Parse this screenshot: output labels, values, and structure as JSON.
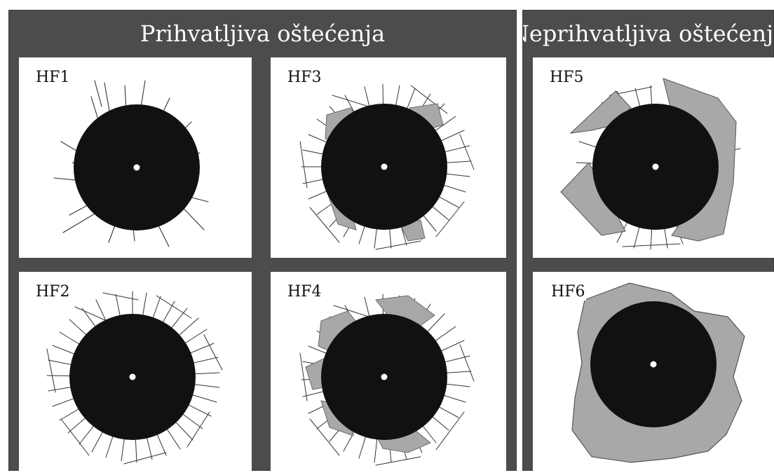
{
  "groups": {
    "acceptable": {
      "title": "Prihvatljiva oštećenja"
    },
    "unacceptable": {
      "title": "Neprihvatljiva oštećenja"
    }
  },
  "panels": {
    "hf1": {
      "label": "HF1",
      "spalling": false,
      "crack_density": "sparse"
    },
    "hf2": {
      "label": "HF2",
      "spalling": false,
      "crack_density": "dense"
    },
    "hf3": {
      "label": "HF3",
      "spalling": true,
      "crack_density": "dense"
    },
    "hf4": {
      "label": "HF4",
      "spalling": true,
      "crack_density": "dense"
    },
    "hf5": {
      "label": "HF5",
      "spalling": true,
      "crack_density": "medium"
    },
    "hf6": {
      "label": "HF6",
      "spalling": true,
      "crack_density": "none"
    }
  },
  "colors": {
    "frame": "#4c4c4c",
    "hole": "#111111",
    "spall": "#a8a8a8",
    "crack": "#333333",
    "center_dot": "#ffffff"
  }
}
